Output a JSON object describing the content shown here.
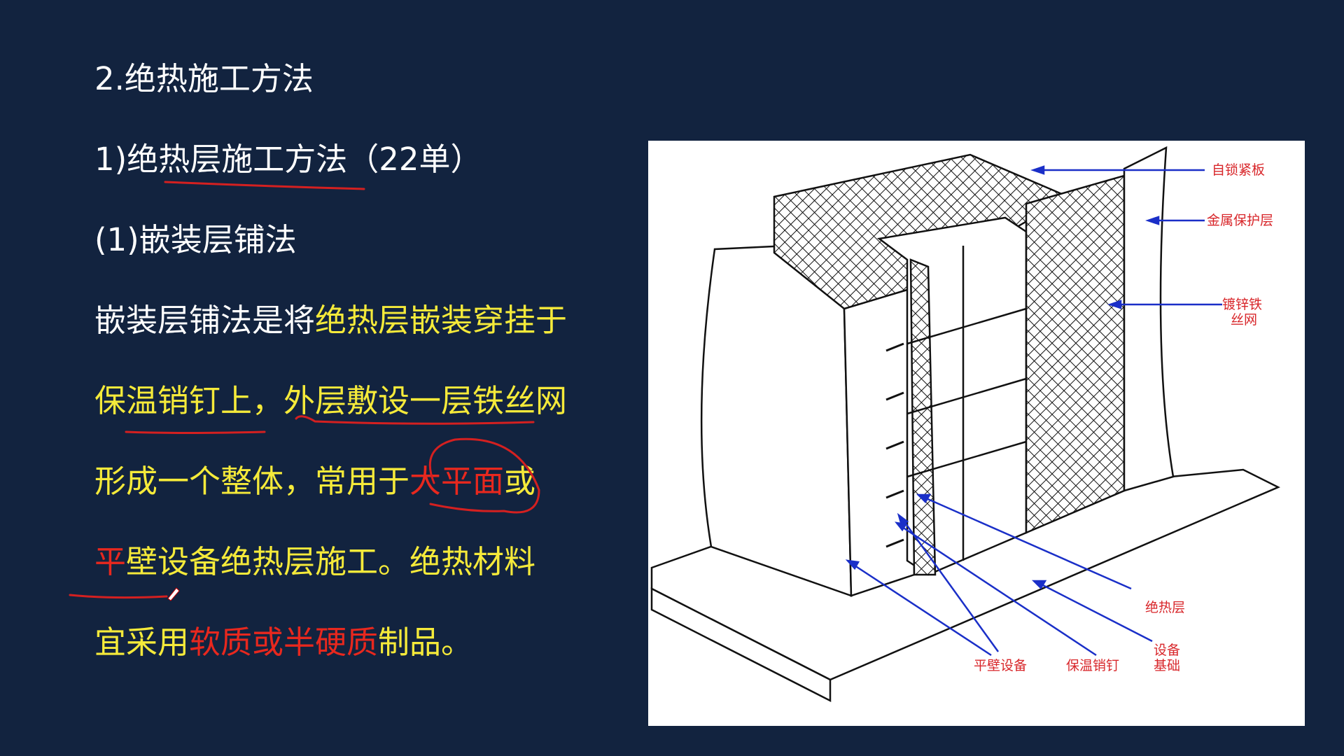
{
  "heading": "2.绝热施工方法",
  "subheading": {
    "prefix": "1)",
    "text": "绝热层施工方法",
    "suffix": "（22单）"
  },
  "method_title": "(1)嵌装层铺法",
  "body": {
    "l1a": "嵌装层铺法是将",
    "l1b": "绝热层嵌装穿挂于",
    "l2": "保温销钉上，外层敷设一层铁丝网",
    "l3a": "形成一个整体，常用于",
    "l3b": "大平面",
    "l3c": "或",
    "l4a": "平",
    "l4b": "壁设备绝热层施工。绝热材料",
    "l5a": "宜采用",
    "l5b": "软质或半硬质",
    "l5c": "制品。"
  },
  "diagram_labels": {
    "self_locking_plate": "自锁紧板",
    "metal_protective_layer": "金属保护层",
    "galvanized_mesh_1": "镀锌铁",
    "galvanized_mesh_2": "丝网",
    "insulation_layer": "绝热层",
    "equipment_foundation_1": "设备",
    "equipment_foundation_2": "基础",
    "flat_wall_equipment": "平壁设备",
    "insulation_pin": "保温销钉"
  },
  "colors": {
    "background": "#12233f",
    "highlight": "#f5ea3a",
    "emphasis": "#e8281e",
    "annotation": "#d42020",
    "arrow": "#1a2fc8"
  }
}
